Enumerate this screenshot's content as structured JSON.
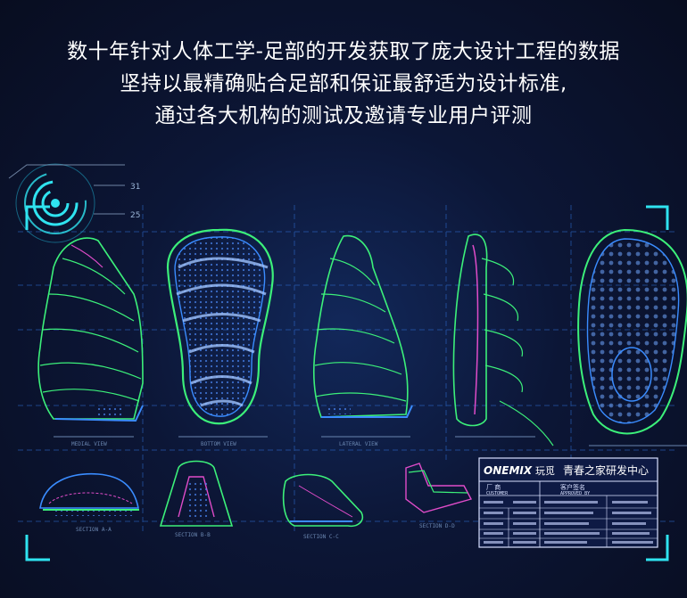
{
  "headline": {
    "line1": "数十年针对人体工学-足部的开发获取了庞大设计工程的数据",
    "line2": "坚持以最精确贴合足部和保证最舒适为设计标准,",
    "line3": "通过各大机构的测试及邀请专业用户评测"
  },
  "hud": {
    "num_top": "31",
    "num_bottom": "25"
  },
  "title_block": {
    "brand": "ONEMIX",
    "brand_cn": "玩觅",
    "center_name": "青春之家研发中心",
    "factory_label": "厂 商",
    "customer_label": "CUSTOMER",
    "client_sign_label": "客户签名",
    "approved_label": "APPROVED BY"
  },
  "colors": {
    "accent_cyan": "#2fe3f0",
    "sole_green": "#3cf07a",
    "sole_blue": "#3a8cff",
    "sole_pink": "#e04cc9",
    "grid_blue": "#2f6fd6"
  }
}
